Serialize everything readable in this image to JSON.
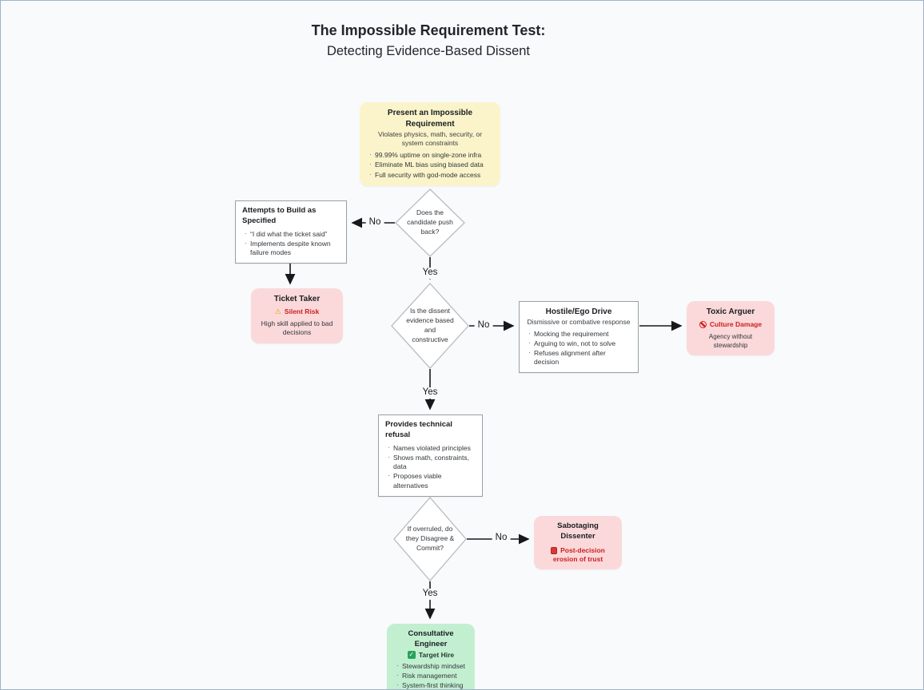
{
  "title": {
    "line1": "The Impossible Requirement Test:",
    "line2": "Detecting Evidence-Based Dissent"
  },
  "colors": {
    "page_bg": "#f8fafc",
    "requirement_bg": "#fbf4cb",
    "risk_bg": "#fbd9da",
    "target_bg": "#c3efd1",
    "risk_text": "#cc1f1f",
    "arrow": "#1f2328"
  },
  "nodes": {
    "present": {
      "title": "Present an Impossible Requirement",
      "subtitle": "Violates physics, math, security, or system constraints",
      "bullets": [
        "99.99% uptime on single-zone infra",
        "Eliminate ML bias using biased data",
        "Full security with god-mode access"
      ]
    },
    "decision_pushback": {
      "text": "Does the candidate push back?"
    },
    "attempts": {
      "title": "Attempts to Build as Specified",
      "bullets": [
        "“I did what the ticket said”",
        "Implements despite known failure modes"
      ]
    },
    "ticket_taker": {
      "title": "Ticket Taker",
      "badge_icon": "warning-icon",
      "badge_glyph": "⚠",
      "badge": "Silent Risk",
      "desc": "High skill applied to bad decisions"
    },
    "decision_evidence": {
      "text": "Is the dissent evidence based and constructive"
    },
    "hostile": {
      "title": "Hostile/Ego Drive",
      "subtitle": "Dismissive or combative response",
      "bullets": [
        "Mocking the requirement",
        "Arguing to win, not to solve",
        "Refuses alignment after decision"
      ]
    },
    "toxic": {
      "title": "Toxic Arguer",
      "badge_icon": "prohibited-icon",
      "badge": "Culture Damage",
      "desc": "Agency without stewardship"
    },
    "refusal": {
      "title": "Provides technical refusal",
      "bullets": [
        "Names violated principles",
        "Shows math, constraints, data",
        "Proposes viable alternatives"
      ]
    },
    "decision_commit": {
      "text": "If overruled, do they Disagree & Commit?"
    },
    "sabotaging": {
      "title": "Sabotaging Dissenter",
      "badge_icon": "dynamite-icon",
      "badge_line1": "Post-decision",
      "badge_line2": "erosion of trust"
    },
    "consultative": {
      "title": "Consultative Engineer",
      "badge_icon": "check-icon",
      "badge": "Target Hire",
      "bullets": [
        "Stewardship mindset",
        "Risk management",
        "System-first thinking"
      ]
    }
  },
  "edges": {
    "yes": "Yes",
    "no": "No"
  }
}
